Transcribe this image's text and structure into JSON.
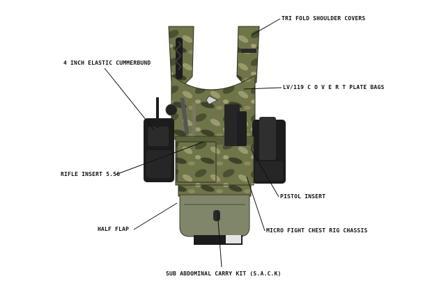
{
  "labels": {
    "tri_fold": "TRI FOLD SHOULDER COVERS",
    "elastic": "4 INCH ELASTIC CUMMERBUND",
    "plate_bags": "LV/119 C O V E R T PLATE BAGS",
    "rifle_insert": "RIFLE INSERT 5.56",
    "pistol_insert": "PISTOL INSERT",
    "half_flap": "HALF FLAP",
    "chassis": "MICRO FIGHT CHEST RIG CHASSIS",
    "sack": "SUB ABDOMINAL CARRY KIT (S.A.C.K)"
  },
  "colors": {
    "camo_base": "#6f7548",
    "camo_dark": "#3d4228",
    "camo_light": "#a39f74",
    "pouch_black": "#1c1c1c",
    "sack_green": "#7f8669"
  }
}
